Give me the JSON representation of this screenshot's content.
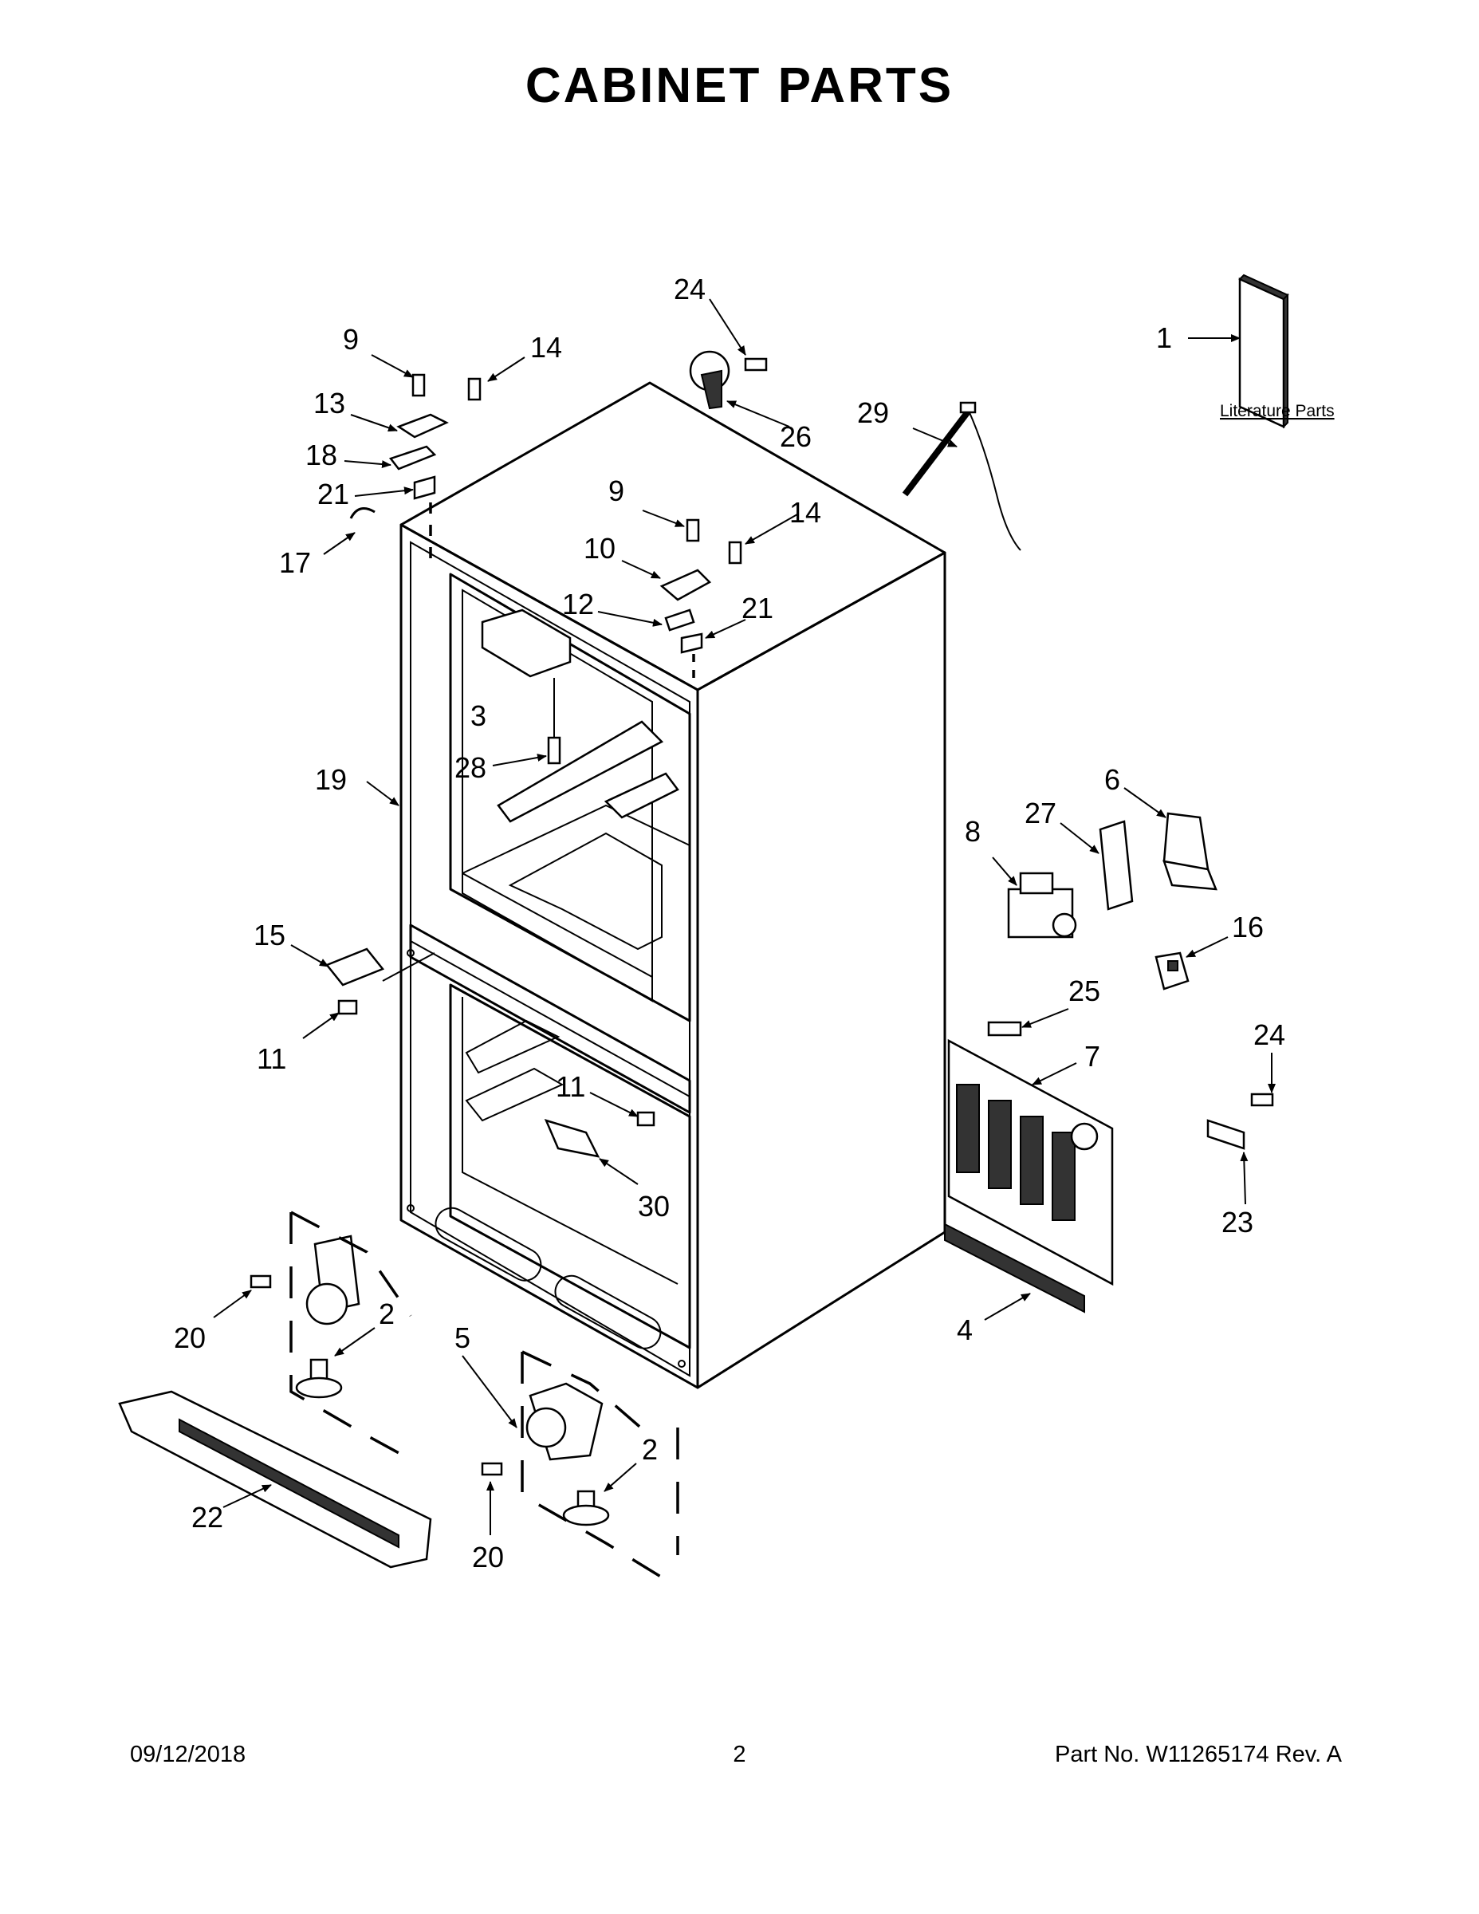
{
  "page": {
    "title": "CABINET PARTS",
    "date": "09/12/2018",
    "page_number": "2",
    "part_number": "Part No.  W11265174  Rev.  A",
    "literature_label": "Literature Parts"
  },
  "callouts": [
    {
      "id": "c1",
      "text": "1"
    },
    {
      "id": "c2a",
      "text": "2"
    },
    {
      "id": "c2b",
      "text": "2"
    },
    {
      "id": "c3",
      "text": "3"
    },
    {
      "id": "c4",
      "text": "4"
    },
    {
      "id": "c5",
      "text": "5"
    },
    {
      "id": "c6",
      "text": "6"
    },
    {
      "id": "c7",
      "text": "7"
    },
    {
      "id": "c8",
      "text": "8"
    },
    {
      "id": "c9a",
      "text": "9"
    },
    {
      "id": "c9b",
      "text": "9"
    },
    {
      "id": "c10",
      "text": "10"
    },
    {
      "id": "c11a",
      "text": "11"
    },
    {
      "id": "c11b",
      "text": "11"
    },
    {
      "id": "c12",
      "text": "12"
    },
    {
      "id": "c13",
      "text": "13"
    },
    {
      "id": "c14a",
      "text": "14"
    },
    {
      "id": "c14b",
      "text": "14"
    },
    {
      "id": "c15",
      "text": "15"
    },
    {
      "id": "c16",
      "text": "16"
    },
    {
      "id": "c17",
      "text": "17"
    },
    {
      "id": "c18",
      "text": "18"
    },
    {
      "id": "c19",
      "text": "19"
    },
    {
      "id": "c20a",
      "text": "20"
    },
    {
      "id": "c20b",
      "text": "20"
    },
    {
      "id": "c21a",
      "text": "21"
    },
    {
      "id": "c21b",
      "text": "21"
    },
    {
      "id": "c22",
      "text": "22"
    },
    {
      "id": "c23",
      "text": "23"
    },
    {
      "id": "c24a",
      "text": "24"
    },
    {
      "id": "c24b",
      "text": "24"
    },
    {
      "id": "c25",
      "text": "25"
    },
    {
      "id": "c26",
      "text": "26"
    },
    {
      "id": "c27",
      "text": "27"
    },
    {
      "id": "c28",
      "text": "28"
    },
    {
      "id": "c29",
      "text": "29"
    },
    {
      "id": "c30",
      "text": "30"
    }
  ]
}
